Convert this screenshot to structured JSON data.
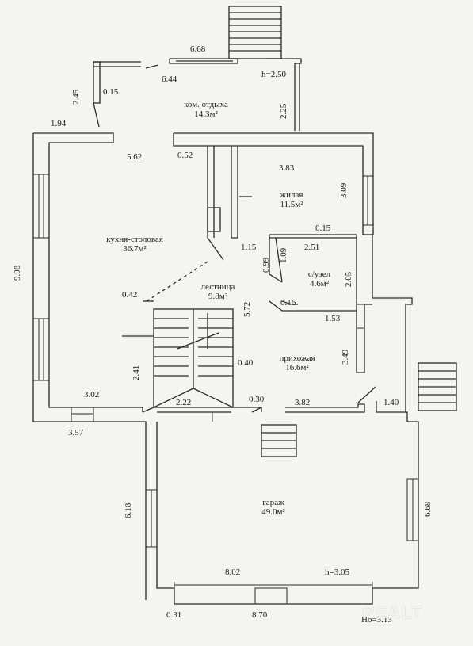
{
  "rooms": {
    "lounge": {
      "name": "ком. отдыха",
      "area": "14.3м²"
    },
    "living": {
      "name": "жилая",
      "area": "11.5м²"
    },
    "kitchen": {
      "name": "кухня-столовая",
      "area": "36.7м²"
    },
    "stairs": {
      "name": "лестница",
      "area": "9.8м²"
    },
    "bathroom": {
      "name": "с/узел",
      "area": "4.6м²"
    },
    "hall": {
      "name": "прихожая",
      "area": "16.6м²"
    },
    "garage": {
      "name": "гараж",
      "area": "49.0м²"
    }
  },
  "dimensions": {
    "d668_top": "6.68",
    "d644": "6.44",
    "h250": "h=2.50",
    "d245": "2.45",
    "d015_a": "0.15",
    "d225": "2.25",
    "d194": "1.94",
    "d562": "5.62",
    "d052": "0.52",
    "d383": "3.83",
    "d309": "3.09",
    "d015_b": "0.15",
    "d251": "2.51",
    "d115": "1.15",
    "d099": "0.99",
    "d109": "1.09",
    "d205": "2.05",
    "d998": "9.98",
    "d042": "0.42",
    "d572": "5.72",
    "d016": "0.16",
    "d153": "1.53",
    "d349": "3.49",
    "d241": "2.41",
    "d040": "0.40",
    "d302": "3.02",
    "d222": "2.22",
    "d030": "0.30",
    "d382": "3.82",
    "d140": "1.40",
    "d357": "3.57",
    "d618": "6.18",
    "d668_right": "6.68",
    "d802": "8.02",
    "h305": "h=3.05",
    "d031": "0.31",
    "d870": "8.70",
    "h_base": "Hо=3.13"
  },
  "watermark": "REALT"
}
